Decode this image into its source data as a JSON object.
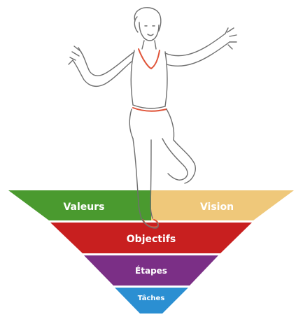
{
  "pyramid": {
    "levels": [
      {
        "key": "valeurs",
        "label": "Valeurs",
        "color": "#4a9a2f"
      },
      {
        "key": "vision",
        "label": "Vision",
        "color": "#efc87a"
      },
      {
        "key": "objectifs",
        "label": "Objectifs",
        "color": "#c81f1f"
      },
      {
        "key": "etapes",
        "label": "Étapes",
        "color": "#7b2f86"
      },
      {
        "key": "taches",
        "label": "Tâches",
        "color": "#2b8fd2"
      }
    ]
  },
  "figure": {
    "icon": "dancing-woman-sketch",
    "line_color": "#6f6f6f",
    "accent_color": "#e0553a"
  }
}
